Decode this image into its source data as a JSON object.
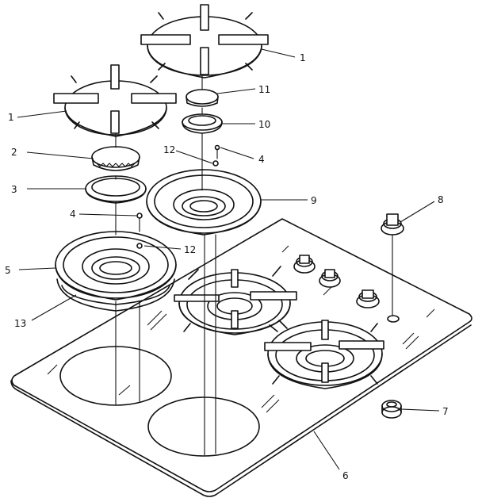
{
  "diagram": {
    "callouts": [
      {
        "id": "c1a",
        "text": "1"
      },
      {
        "id": "c1b",
        "text": "1"
      },
      {
        "id": "c2",
        "text": "2"
      },
      {
        "id": "c3",
        "text": "3"
      },
      {
        "id": "c4a",
        "text": "4"
      },
      {
        "id": "c4b",
        "text": "4"
      },
      {
        "id": "c5",
        "text": "5"
      },
      {
        "id": "c6",
        "text": "6"
      },
      {
        "id": "c7",
        "text": "7"
      },
      {
        "id": "c8",
        "text": "8"
      },
      {
        "id": "c9",
        "text": "9"
      },
      {
        "id": "c10",
        "text": "10"
      },
      {
        "id": "c11",
        "text": "11"
      },
      {
        "id": "c12a",
        "text": "12"
      },
      {
        "id": "c12b",
        "text": "12"
      },
      {
        "id": "c13",
        "text": "13"
      }
    ]
  }
}
